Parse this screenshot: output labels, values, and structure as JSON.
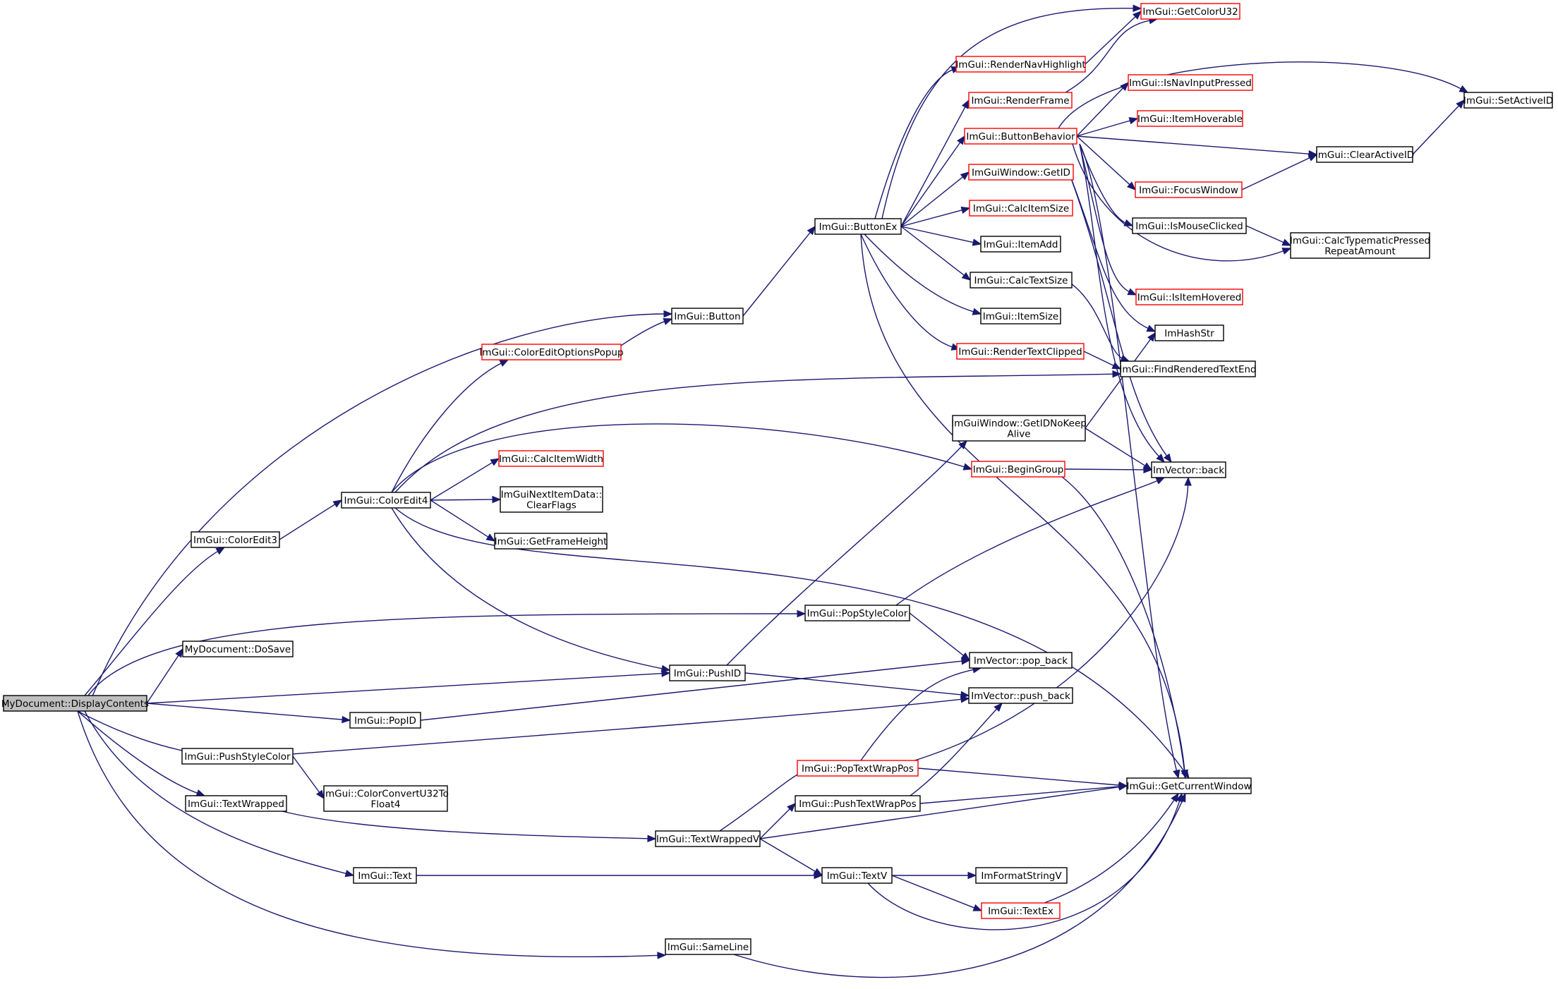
{
  "graph": {
    "root": "MyDocument::DisplayContents",
    "colors": {
      "edge": "#191970",
      "root_fill": "#bfbfbf",
      "normal_border": "#000000",
      "incomplete_border": "#ff0000"
    },
    "nodes": [
      {
        "id": "display_contents",
        "lines": [
          "MyDocument::DisplayContents"
        ],
        "border": "root"
      },
      {
        "id": "color_edit3",
        "lines": [
          "ImGui::ColorEdit3"
        ],
        "border": "black"
      },
      {
        "id": "do_save",
        "lines": [
          "MyDocument::DoSave"
        ],
        "border": "black"
      },
      {
        "id": "pop_id",
        "lines": [
          "ImGui::PopID"
        ],
        "border": "black"
      },
      {
        "id": "push_style_color",
        "lines": [
          "ImGui::PushStyleColor"
        ],
        "border": "black"
      },
      {
        "id": "text_wrapped",
        "lines": [
          "ImGui::TextWrapped"
        ],
        "border": "black"
      },
      {
        "id": "text",
        "lines": [
          "ImGui::Text"
        ],
        "border": "black"
      },
      {
        "id": "color_edit4",
        "lines": [
          "ImGui::ColorEdit4"
        ],
        "border": "black"
      },
      {
        "id": "color_convert_u32_to_float4",
        "lines": [
          "ImGui::ColorConvertU32To",
          "Float4"
        ],
        "border": "black"
      },
      {
        "id": "color_edit_options_popup",
        "lines": [
          "ImGui::ColorEditOptionsPopup"
        ],
        "border": "red"
      },
      {
        "id": "calc_item_width",
        "lines": [
          "ImGui::CalcItemWidth"
        ],
        "border": "red"
      },
      {
        "id": "next_item_clear_flags",
        "lines": [
          "ImGuiNextItemData::",
          "ClearFlags"
        ],
        "border": "black"
      },
      {
        "id": "get_frame_height",
        "lines": [
          "ImGui::GetFrameHeight"
        ],
        "border": "black"
      },
      {
        "id": "button",
        "lines": [
          "ImGui::Button"
        ],
        "border": "black"
      },
      {
        "id": "push_id",
        "lines": [
          "ImGui::PushID"
        ],
        "border": "black"
      },
      {
        "id": "text_wrapped_v",
        "lines": [
          "ImGui::TextWrappedV"
        ],
        "border": "black"
      },
      {
        "id": "same_line",
        "lines": [
          "ImGui::SameLine"
        ],
        "border": "black"
      },
      {
        "id": "pop_style_color",
        "lines": [
          "ImGui::PopStyleColor"
        ],
        "border": "black"
      },
      {
        "id": "pop_text_wrap_pos",
        "lines": [
          "ImGui::PopTextWrapPos"
        ],
        "border": "red"
      },
      {
        "id": "push_text_wrap_pos",
        "lines": [
          "ImGui::PushTextWrapPos"
        ],
        "border": "black"
      },
      {
        "id": "text_v",
        "lines": [
          "ImGui::TextV"
        ],
        "border": "black"
      },
      {
        "id": "button_ex",
        "lines": [
          "ImGui::ButtonEx"
        ],
        "border": "black"
      },
      {
        "id": "get_id_no_keep_alive",
        "lines": [
          "ImGuiWindow::GetIDNoKeep",
          "Alive"
        ],
        "border": "black"
      },
      {
        "id": "begin_group",
        "lines": [
          "ImGui::BeginGroup"
        ],
        "border": "red"
      },
      {
        "id": "render_nav_highlight",
        "lines": [
          "ImGui::RenderNavHighlight"
        ],
        "border": "red"
      },
      {
        "id": "render_frame",
        "lines": [
          "ImGui::RenderFrame"
        ],
        "border": "red"
      },
      {
        "id": "button_behavior",
        "lines": [
          "ImGui::ButtonBehavior"
        ],
        "border": "red"
      },
      {
        "id": "window_get_id",
        "lines": [
          "ImGuiWindow::GetID"
        ],
        "border": "red"
      },
      {
        "id": "calc_item_size",
        "lines": [
          "ImGui::CalcItemSize"
        ],
        "border": "red"
      },
      {
        "id": "item_add",
        "lines": [
          "ImGui::ItemAdd"
        ],
        "border": "black"
      },
      {
        "id": "calc_text_size",
        "lines": [
          "ImGui::CalcTextSize"
        ],
        "border": "black"
      },
      {
        "id": "item_size",
        "lines": [
          "ImGui::ItemSize"
        ],
        "border": "black"
      },
      {
        "id": "render_text_clipped",
        "lines": [
          "ImGui::RenderTextClipped"
        ],
        "border": "red"
      },
      {
        "id": "vector_pop_back",
        "lines": [
          "ImVector::pop_back"
        ],
        "border": "black"
      },
      {
        "id": "vector_push_back",
        "lines": [
          "ImVector::push_back"
        ],
        "border": "black"
      },
      {
        "id": "format_string_v",
        "lines": [
          "ImFormatStringV"
        ],
        "border": "black"
      },
      {
        "id": "text_ex",
        "lines": [
          "ImGui::TextEx"
        ],
        "border": "red"
      },
      {
        "id": "get_color_u32",
        "lines": [
          "ImGui::GetColorU32"
        ],
        "border": "red"
      },
      {
        "id": "is_nav_input_pressed",
        "lines": [
          "ImGui::IsNavInputPressed"
        ],
        "border": "red"
      },
      {
        "id": "item_hoverable",
        "lines": [
          "ImGui::ItemHoverable"
        ],
        "border": "red"
      },
      {
        "id": "focus_window",
        "lines": [
          "ImGui::FocusWindow"
        ],
        "border": "red"
      },
      {
        "id": "is_mouse_clicked",
        "lines": [
          "ImGui::IsMouseClicked"
        ],
        "border": "black"
      },
      {
        "id": "is_item_hovered",
        "lines": [
          "ImGui::IsItemHovered"
        ],
        "border": "red"
      },
      {
        "id": "im_hash_str",
        "lines": [
          "ImHashStr"
        ],
        "border": "black"
      },
      {
        "id": "find_rendered_text_end",
        "lines": [
          "ImGui::FindRenderedTextEnd"
        ],
        "border": "black"
      },
      {
        "id": "vector_back",
        "lines": [
          "ImVector::back"
        ],
        "border": "black"
      },
      {
        "id": "get_current_window",
        "lines": [
          "ImGui::GetCurrentWindow"
        ],
        "border": "black"
      },
      {
        "id": "set_active_id",
        "lines": [
          "ImGui::SetActiveID"
        ],
        "border": "black"
      },
      {
        "id": "clear_active_id",
        "lines": [
          "ImGui::ClearActiveID"
        ],
        "border": "black"
      },
      {
        "id": "calc_typematic_pressed_repeat_amount",
        "lines": [
          "ImGui::CalcTypematicPressed",
          "RepeatAmount"
        ],
        "border": "black"
      }
    ],
    "edges": [
      [
        "display_contents",
        "button"
      ],
      [
        "display_contents",
        "color_edit3"
      ],
      [
        "display_contents",
        "pop_style_color"
      ],
      [
        "display_contents",
        "do_save"
      ],
      [
        "display_contents",
        "push_id"
      ],
      [
        "display_contents",
        "pop_id"
      ],
      [
        "display_contents",
        "push_style_color"
      ],
      [
        "display_contents",
        "text_wrapped"
      ],
      [
        "display_contents",
        "text"
      ],
      [
        "display_contents",
        "same_line"
      ],
      [
        "color_edit3",
        "color_edit4"
      ],
      [
        "color_edit4",
        "color_edit_options_popup"
      ],
      [
        "color_edit4",
        "find_rendered_text_end"
      ],
      [
        "color_edit4",
        "begin_group"
      ],
      [
        "color_edit4",
        "calc_item_width"
      ],
      [
        "color_edit4",
        "next_item_clear_flags"
      ],
      [
        "color_edit4",
        "get_frame_height"
      ],
      [
        "color_edit4",
        "get_current_window"
      ],
      [
        "color_edit4",
        "push_id"
      ],
      [
        "color_edit_options_popup",
        "button"
      ],
      [
        "button",
        "button_ex"
      ],
      [
        "button_ex",
        "get_color_u32"
      ],
      [
        "button_ex",
        "render_nav_highlight"
      ],
      [
        "button_ex",
        "render_frame"
      ],
      [
        "button_ex",
        "button_behavior"
      ],
      [
        "button_ex",
        "window_get_id"
      ],
      [
        "button_ex",
        "calc_item_size"
      ],
      [
        "button_ex",
        "item_add"
      ],
      [
        "button_ex",
        "calc_text_size"
      ],
      [
        "button_ex",
        "item_size"
      ],
      [
        "button_ex",
        "render_text_clipped"
      ],
      [
        "button_ex",
        "get_current_window"
      ],
      [
        "render_nav_highlight",
        "get_color_u32"
      ],
      [
        "render_frame",
        "get_color_u32"
      ],
      [
        "button_behavior",
        "is_nav_input_pressed"
      ],
      [
        "button_behavior",
        "item_hoverable"
      ],
      [
        "button_behavior",
        "set_active_id"
      ],
      [
        "button_behavior",
        "clear_active_id"
      ],
      [
        "button_behavior",
        "focus_window"
      ],
      [
        "button_behavior",
        "is_mouse_clicked"
      ],
      [
        "button_behavior",
        "calc_typematic_pressed_repeat_amount"
      ],
      [
        "button_behavior",
        "is_item_hovered"
      ],
      [
        "button_behavior",
        "get_current_window"
      ],
      [
        "button_behavior",
        "vector_back"
      ],
      [
        "window_get_id",
        "im_hash_str"
      ],
      [
        "window_get_id",
        "vector_back"
      ],
      [
        "calc_text_size",
        "find_rendered_text_end"
      ],
      [
        "render_text_clipped",
        "find_rendered_text_end"
      ],
      [
        "clear_active_id",
        "set_active_id"
      ],
      [
        "focus_window",
        "clear_active_id"
      ],
      [
        "is_mouse_clicked",
        "calc_typematic_pressed_repeat_amount"
      ],
      [
        "push_id",
        "get_id_no_keep_alive"
      ],
      [
        "push_id",
        "vector_push_back"
      ],
      [
        "get_id_no_keep_alive",
        "im_hash_str"
      ],
      [
        "get_id_no_keep_alive",
        "vector_back"
      ],
      [
        "begin_group",
        "vector_back"
      ],
      [
        "begin_group",
        "get_current_window"
      ],
      [
        "pop_style_color",
        "vector_back"
      ],
      [
        "pop_style_color",
        "vector_pop_back"
      ],
      [
        "pop_id",
        "vector_pop_back"
      ],
      [
        "push_style_color",
        "vector_push_back"
      ],
      [
        "push_style_color",
        "color_convert_u32_to_float4"
      ],
      [
        "text_wrapped",
        "text_wrapped_v"
      ],
      [
        "text_wrapped_v",
        "pop_text_wrap_pos"
      ],
      [
        "text_wrapped_v",
        "push_text_wrap_pos"
      ],
      [
        "text_wrapped_v",
        "get_current_window"
      ],
      [
        "text_wrapped_v",
        "text_v"
      ],
      [
        "pop_text_wrap_pos",
        "vector_pop_back"
      ],
      [
        "pop_text_wrap_pos",
        "vector_back"
      ],
      [
        "pop_text_wrap_pos",
        "get_current_window"
      ],
      [
        "push_text_wrap_pos",
        "vector_push_back"
      ],
      [
        "push_text_wrap_pos",
        "get_current_window"
      ],
      [
        "text",
        "text_v"
      ],
      [
        "text_v",
        "format_string_v"
      ],
      [
        "text_v",
        "text_ex"
      ],
      [
        "text_v",
        "get_current_window"
      ],
      [
        "text_ex",
        "get_current_window"
      ],
      [
        "same_line",
        "get_current_window"
      ]
    ]
  }
}
